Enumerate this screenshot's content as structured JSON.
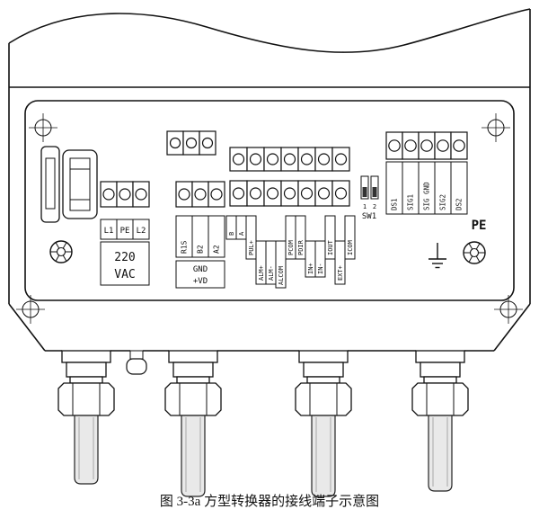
{
  "figure": {
    "caption": "图 3-3a 方型转换器的接线端子示意图"
  },
  "power": {
    "labels": [
      "L1",
      "PE",
      "L2"
    ],
    "voltage": [
      "220",
      "VAC"
    ]
  },
  "comm": {
    "labels": [
      "R1S",
      "B2",
      "A2"
    ],
    "aux": [
      "GND",
      "+VD"
    ]
  },
  "io": {
    "labels": [
      "B",
      "A",
      "PUL+",
      "ALM+",
      "ALM-",
      "ALCOM",
      "PCOM",
      "PDIR",
      "IN+",
      "IN-",
      "IOUT",
      "EXT+",
      "ICOM"
    ]
  },
  "signal": {
    "labels": [
      "DS1",
      "SIG1",
      "SIG GND",
      "SIG2",
      "DS2"
    ]
  },
  "dip": {
    "pins": [
      "1",
      "2"
    ],
    "label": "SW1"
  },
  "ground": {
    "pe": "PE"
  },
  "colors": {
    "line": "#111111",
    "cable_fill": "#e9e9e9"
  }
}
